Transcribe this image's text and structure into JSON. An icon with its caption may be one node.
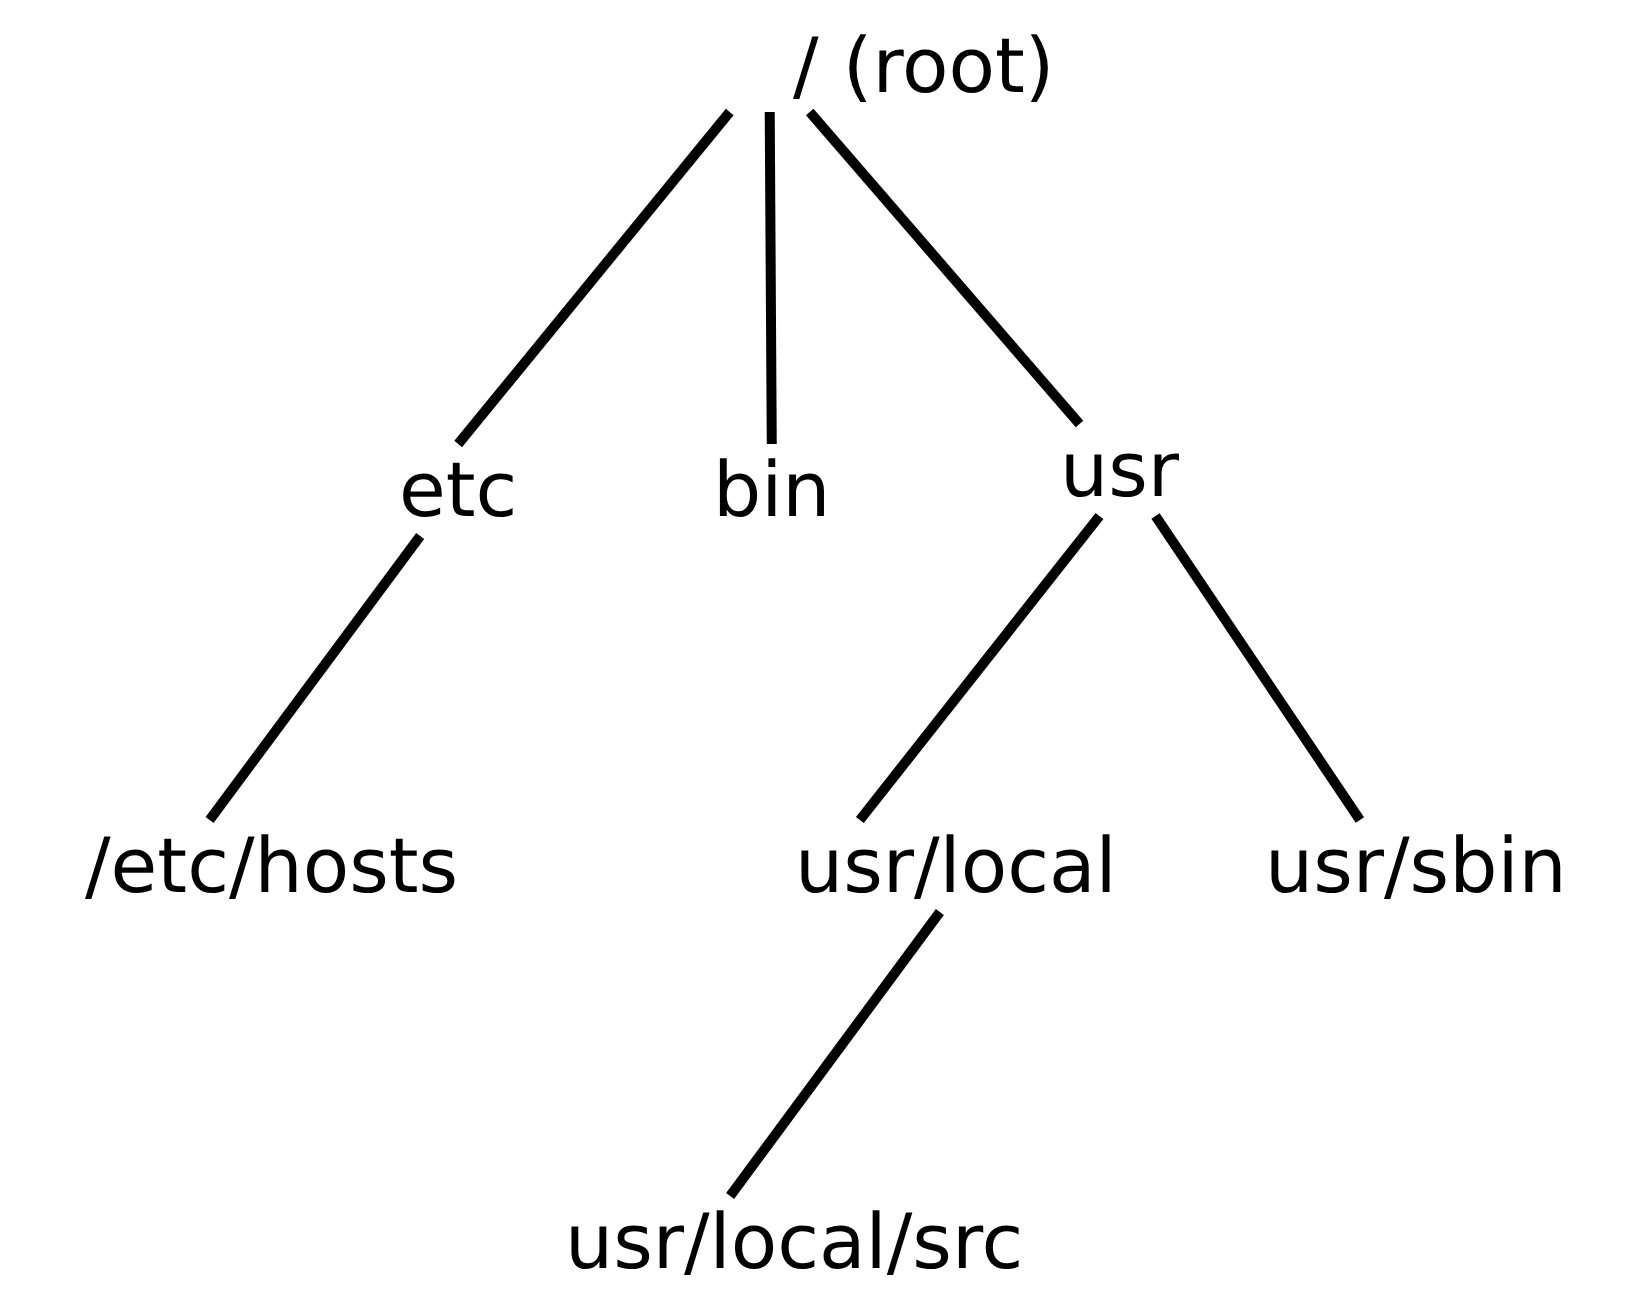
{
  "diagram": {
    "nodes": [
      {
        "text": [
          "/ (root)"
        ]
      },
      {
        "text": [
          "etc"
        ]
      },
      {
        "text": [
          "bin"
        ]
      },
      {
        "text": [
          "usr"
        ]
      },
      {
        "text": [
          "/etc/hosts"
        ]
      },
      {
        "text": [
          "usr/local"
        ]
      },
      {
        "text": [
          "usr/sbin"
        ]
      },
      {
        "text": [
          "usr/local/src"
        ]
      }
    ],
    "edges": [
      {
        "from": 0,
        "to": 1,
        "arrow": "none"
      },
      {
        "from": 0,
        "to": 2,
        "arrow": "none"
      },
      {
        "from": 0,
        "to": 3,
        "arrow": "none"
      },
      {
        "from": 1,
        "to": 4,
        "arrow": "none"
      },
      {
        "from": 3,
        "to": 5,
        "arrow": "none"
      },
      {
        "from": 3,
        "to": 6,
        "arrow": "none"
      },
      {
        "from": 5,
        "to": 7,
        "arrow": "none"
      }
    ]
  }
}
